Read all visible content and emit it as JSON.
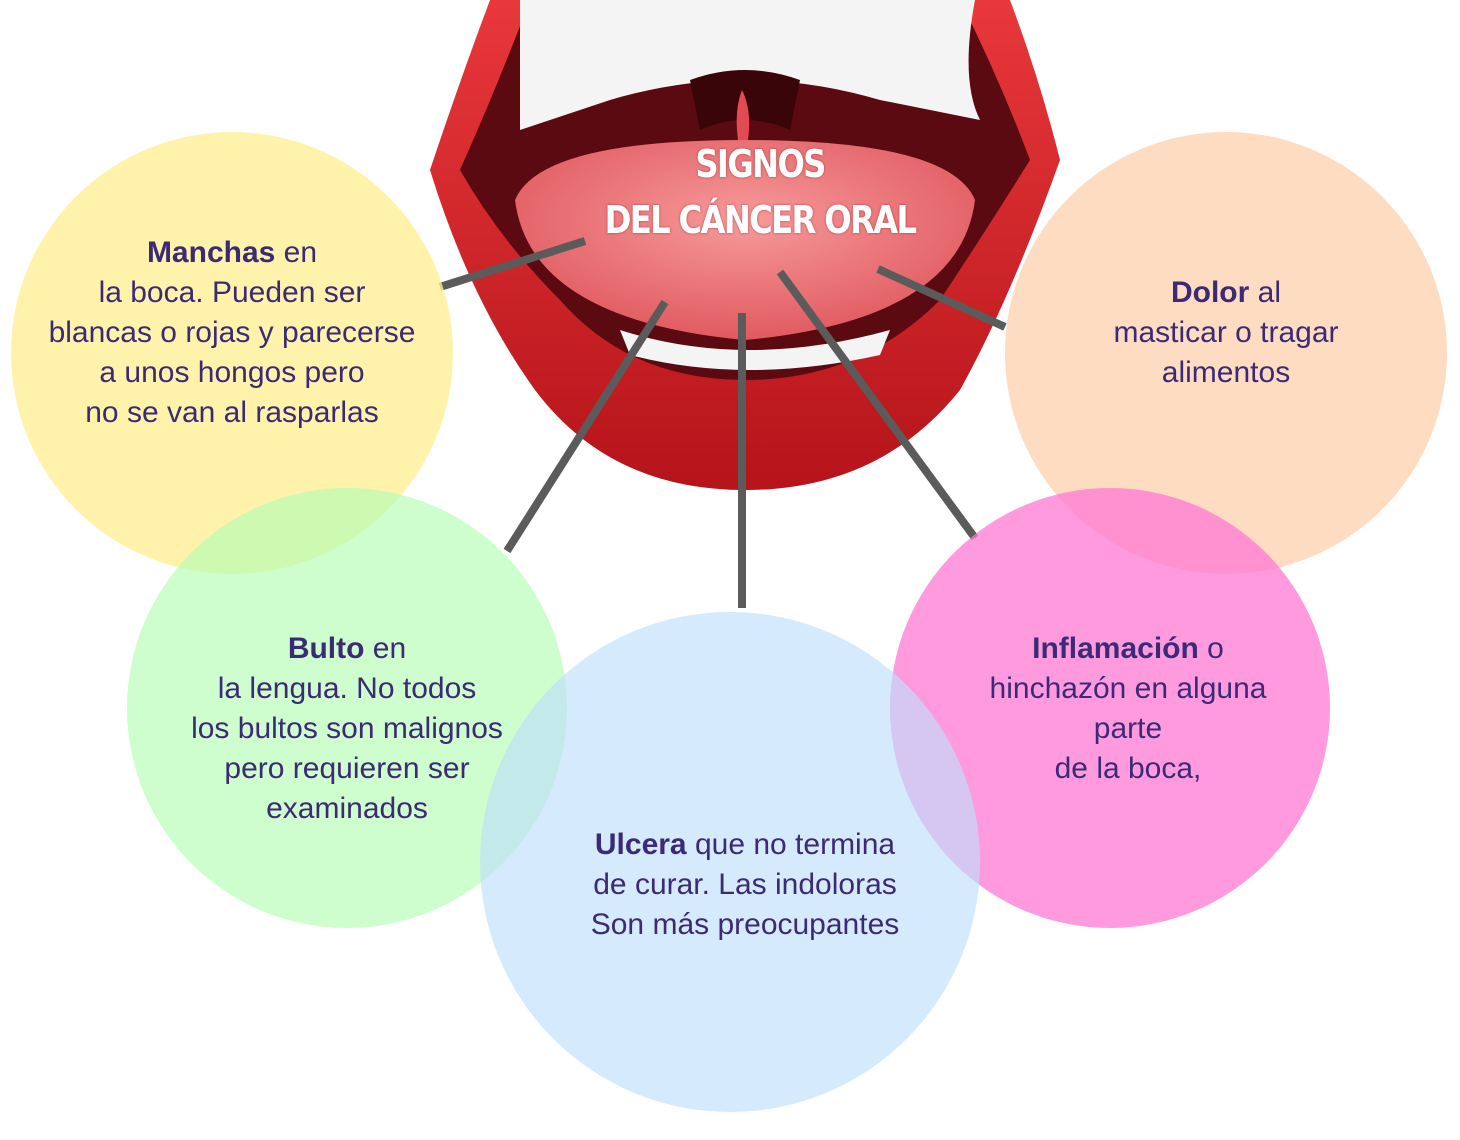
{
  "title": {
    "line1": "SIGNOS",
    "line2": "DEL CÁNCER ORAL"
  },
  "signs": [
    {
      "id": "manchas",
      "bold": "Manchas",
      "rest": " en",
      "lines": [
        "la boca. Pueden ser",
        "blancas o rojas y parecerse",
        "a unos hongos pero",
        "no se van al rasparlas"
      ],
      "color": "#fff2a0"
    },
    {
      "id": "bulto",
      "bold": "Bulto",
      "rest": " en",
      "lines": [
        "la lengua. No todos",
        "los bultos  son malignos",
        "pero requieren ser",
        "examinados"
      ],
      "color": "#c4fcc4"
    },
    {
      "id": "ulcera",
      "bold": "Ulcera",
      "rest": " que no termina",
      "lines": [
        "de curar. Las indoloras",
        "Son más preocupantes"
      ],
      "color": "#cfe6fb"
    },
    {
      "id": "inflamacion",
      "bold": "Inflamación",
      "rest": "  o",
      "lines": [
        "hinchazón en alguna",
        "parte",
        "de la boca,"
      ],
      "color": "#ff88d8"
    },
    {
      "id": "dolor",
      "bold": "Dolor",
      "rest": " al",
      "lines": [
        "masticar o tragar",
        "alimentos"
      ],
      "color": "#fdd9bb"
    }
  ],
  "colors": {
    "text": "#3c2a75",
    "connector": "#5b5b5b",
    "lip": "#d8262b"
  }
}
